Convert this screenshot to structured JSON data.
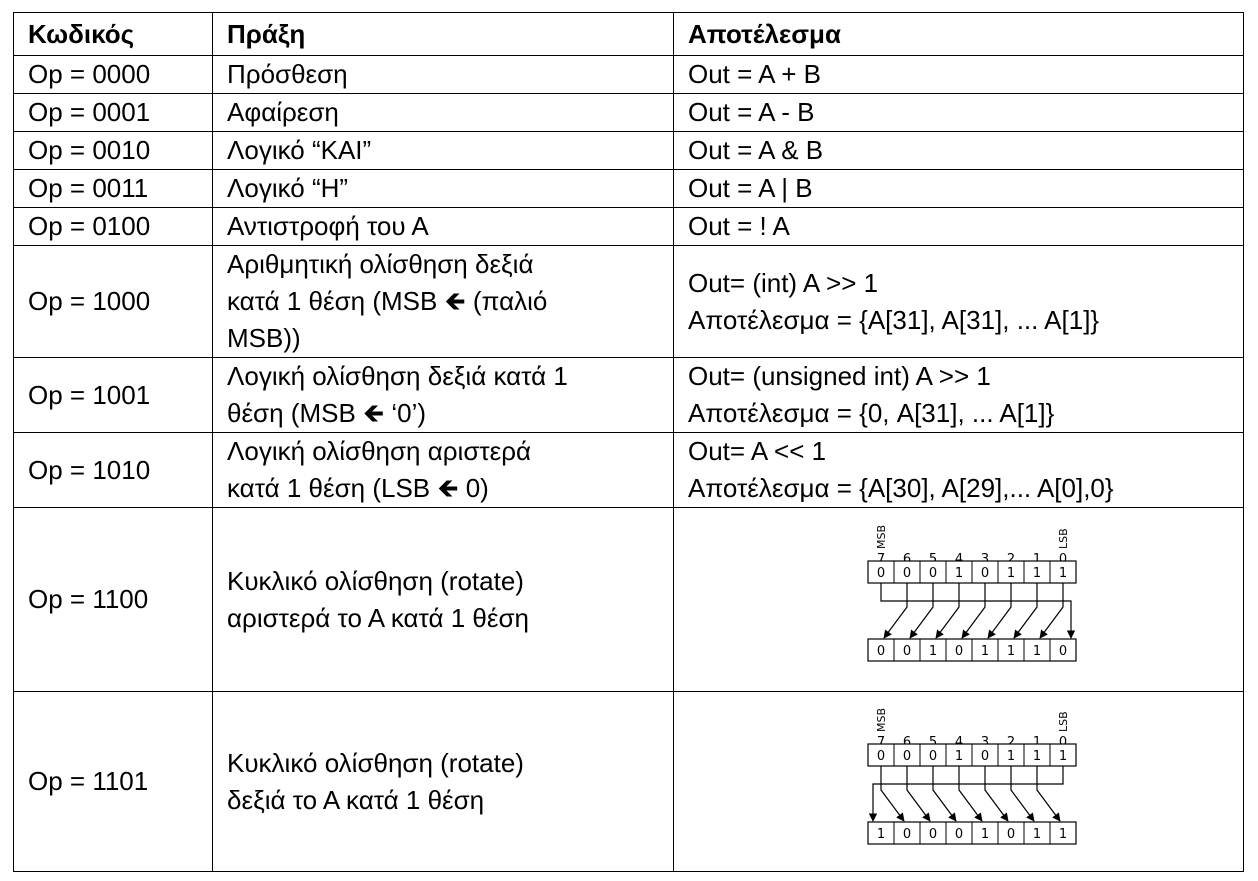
{
  "table": {
    "headers": [
      "Κωδικός",
      "Πράξη",
      "Αποτέλεσμα"
    ],
    "rows": [
      {
        "code": "Op = 0000",
        "action": [
          "Πρόσθεση"
        ],
        "result": [
          "Out = A + B"
        ]
      },
      {
        "code": "Op = 0001",
        "action": [
          "Αφαίρεση"
        ],
        "result": [
          "Out = A - B"
        ]
      },
      {
        "code": "Op = 0010",
        "action": [
          "Λογικό “ΚΑΙ”"
        ],
        "result": [
          "Out = A & B"
        ]
      },
      {
        "code": "Op = 0011",
        "action": [
          "Λογικό “Η”"
        ],
        "result": [
          "Out = A | B"
        ]
      },
      {
        "code": "Op = 0100",
        "action": [
          "Αντιστροφή του Α"
        ],
        "result": [
          "Out = ! A"
        ]
      },
      {
        "code": "Op = 1000",
        "action": [
          "Αριθμητική ολίσθηση δεξιά",
          "κατά 1 θέση (MSB 🡸 (παλιό",
          "MSB))"
        ],
        "result": [
          "Out= (int) A >> 1",
          "Αποτέλεσμα = {A[31], A[31], ... A[1]}"
        ]
      },
      {
        "code": "Op = 1001",
        "action": [
          "Λογική ολίσθηση δεξιά κατά 1",
          "θέση (MSB 🡸 ‘0’)"
        ],
        "result": [
          "Out= (unsigned int) A >> 1",
          "Αποτέλεσμα = {0, A[31], ... A[1]}"
        ]
      },
      {
        "code": "Op = 1010",
        "action": [
          "Λογική ολίσθηση αριστερά",
          "κατά 1 θέση (LSB 🡸 0)"
        ],
        "result": [
          "Out= A << 1",
          "Αποτέλεσμα = {A[30], A[29],... A[0],0}"
        ]
      },
      {
        "code": "Op = 1100",
        "action": [
          "Κυκλικό ολίσθηση (rotate)",
          "αριστερά το Α κατά 1 θέση"
        ],
        "result": []
      },
      {
        "code": "Op = 1101",
        "action": [
          "Κυκλικό ολίσθηση (rotate)",
          "δεξιά το Α κατά 1 θέση"
        ],
        "result": []
      }
    ]
  },
  "diagrams": {
    "msb_label": "MSB",
    "lsb_label": "LSB",
    "bit_indices": [
      "7",
      "6",
      "5",
      "4",
      "3",
      "2",
      "1",
      "0"
    ],
    "rotate_left": {
      "input_bits": [
        "0",
        "0",
        "0",
        "1",
        "0",
        "1",
        "1",
        "1"
      ],
      "output_bits": [
        "0",
        "0",
        "1",
        "0",
        "1",
        "1",
        "1",
        "0"
      ]
    },
    "rotate_right": {
      "input_bits": [
        "0",
        "0",
        "0",
        "1",
        "0",
        "1",
        "1",
        "1"
      ],
      "output_bits": [
        "1",
        "0",
        "0",
        "0",
        "1",
        "0",
        "1",
        "1"
      ]
    }
  },
  "arrow_glyph_name": "left-arrow-icon"
}
